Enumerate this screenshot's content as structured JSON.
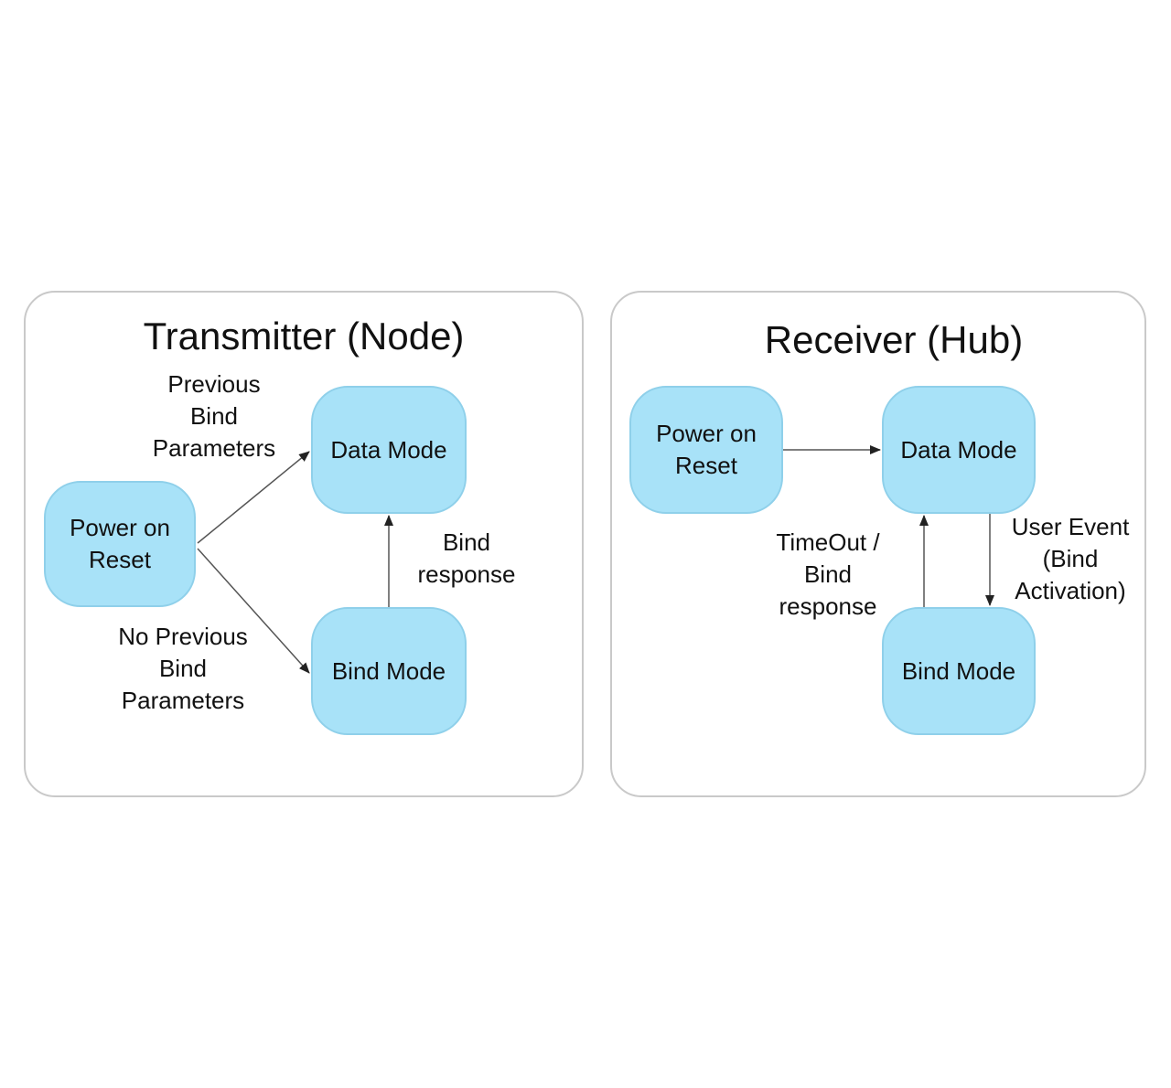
{
  "transmitter": {
    "title": "Transmitter (Node)",
    "nodes": {
      "power_on_reset": "Power on\nReset",
      "data_mode": "Data Mode",
      "bind_mode": "Bind Mode"
    },
    "edges": {
      "previous_bind": "Previous\nBind\nParameters",
      "no_previous_bind": "No Previous\nBind\nParameters",
      "bind_response": "Bind\nresponse"
    }
  },
  "receiver": {
    "title": "Receiver (Hub)",
    "nodes": {
      "power_on_reset": "Power on\nReset",
      "data_mode": "Data Mode",
      "bind_mode": "Bind Mode"
    },
    "edges": {
      "timeout_bind_response": "TimeOut /\nBind\nresponse",
      "user_event": "User Event\n(Bind\nActivation)"
    }
  },
  "colors": {
    "node_fill": "#a8e2f8",
    "node_border": "#8fd0ea",
    "panel_border": "#c9c9c9",
    "arrow": "#555555"
  }
}
